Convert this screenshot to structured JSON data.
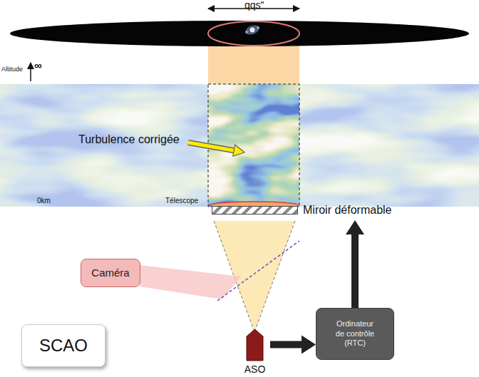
{
  "diagram": {
    "nodes": [
      {
        "text": [
          "Miroir déformable"
        ]
      },
      {
        "text": [
          "Caméra"
        ]
      },
      {
        "text": [
          "Ordinateur de contrôle (RTC)"
        ]
      },
      {
        "text": [
          "SCAO"
        ]
      },
      {
        "text": [
          "ASO"
        ]
      }
    ],
    "edges": [
      {
        "from": 4,
        "to": 2,
        "arrow": "to"
      },
      {
        "from": 2,
        "to": 0,
        "arrow": "to"
      }
    ],
    "labels": [
      "qqs\"",
      "Altitude",
      "∞",
      "0km",
      "Télescope",
      "Turbulence corrigée"
    ]
  }
}
